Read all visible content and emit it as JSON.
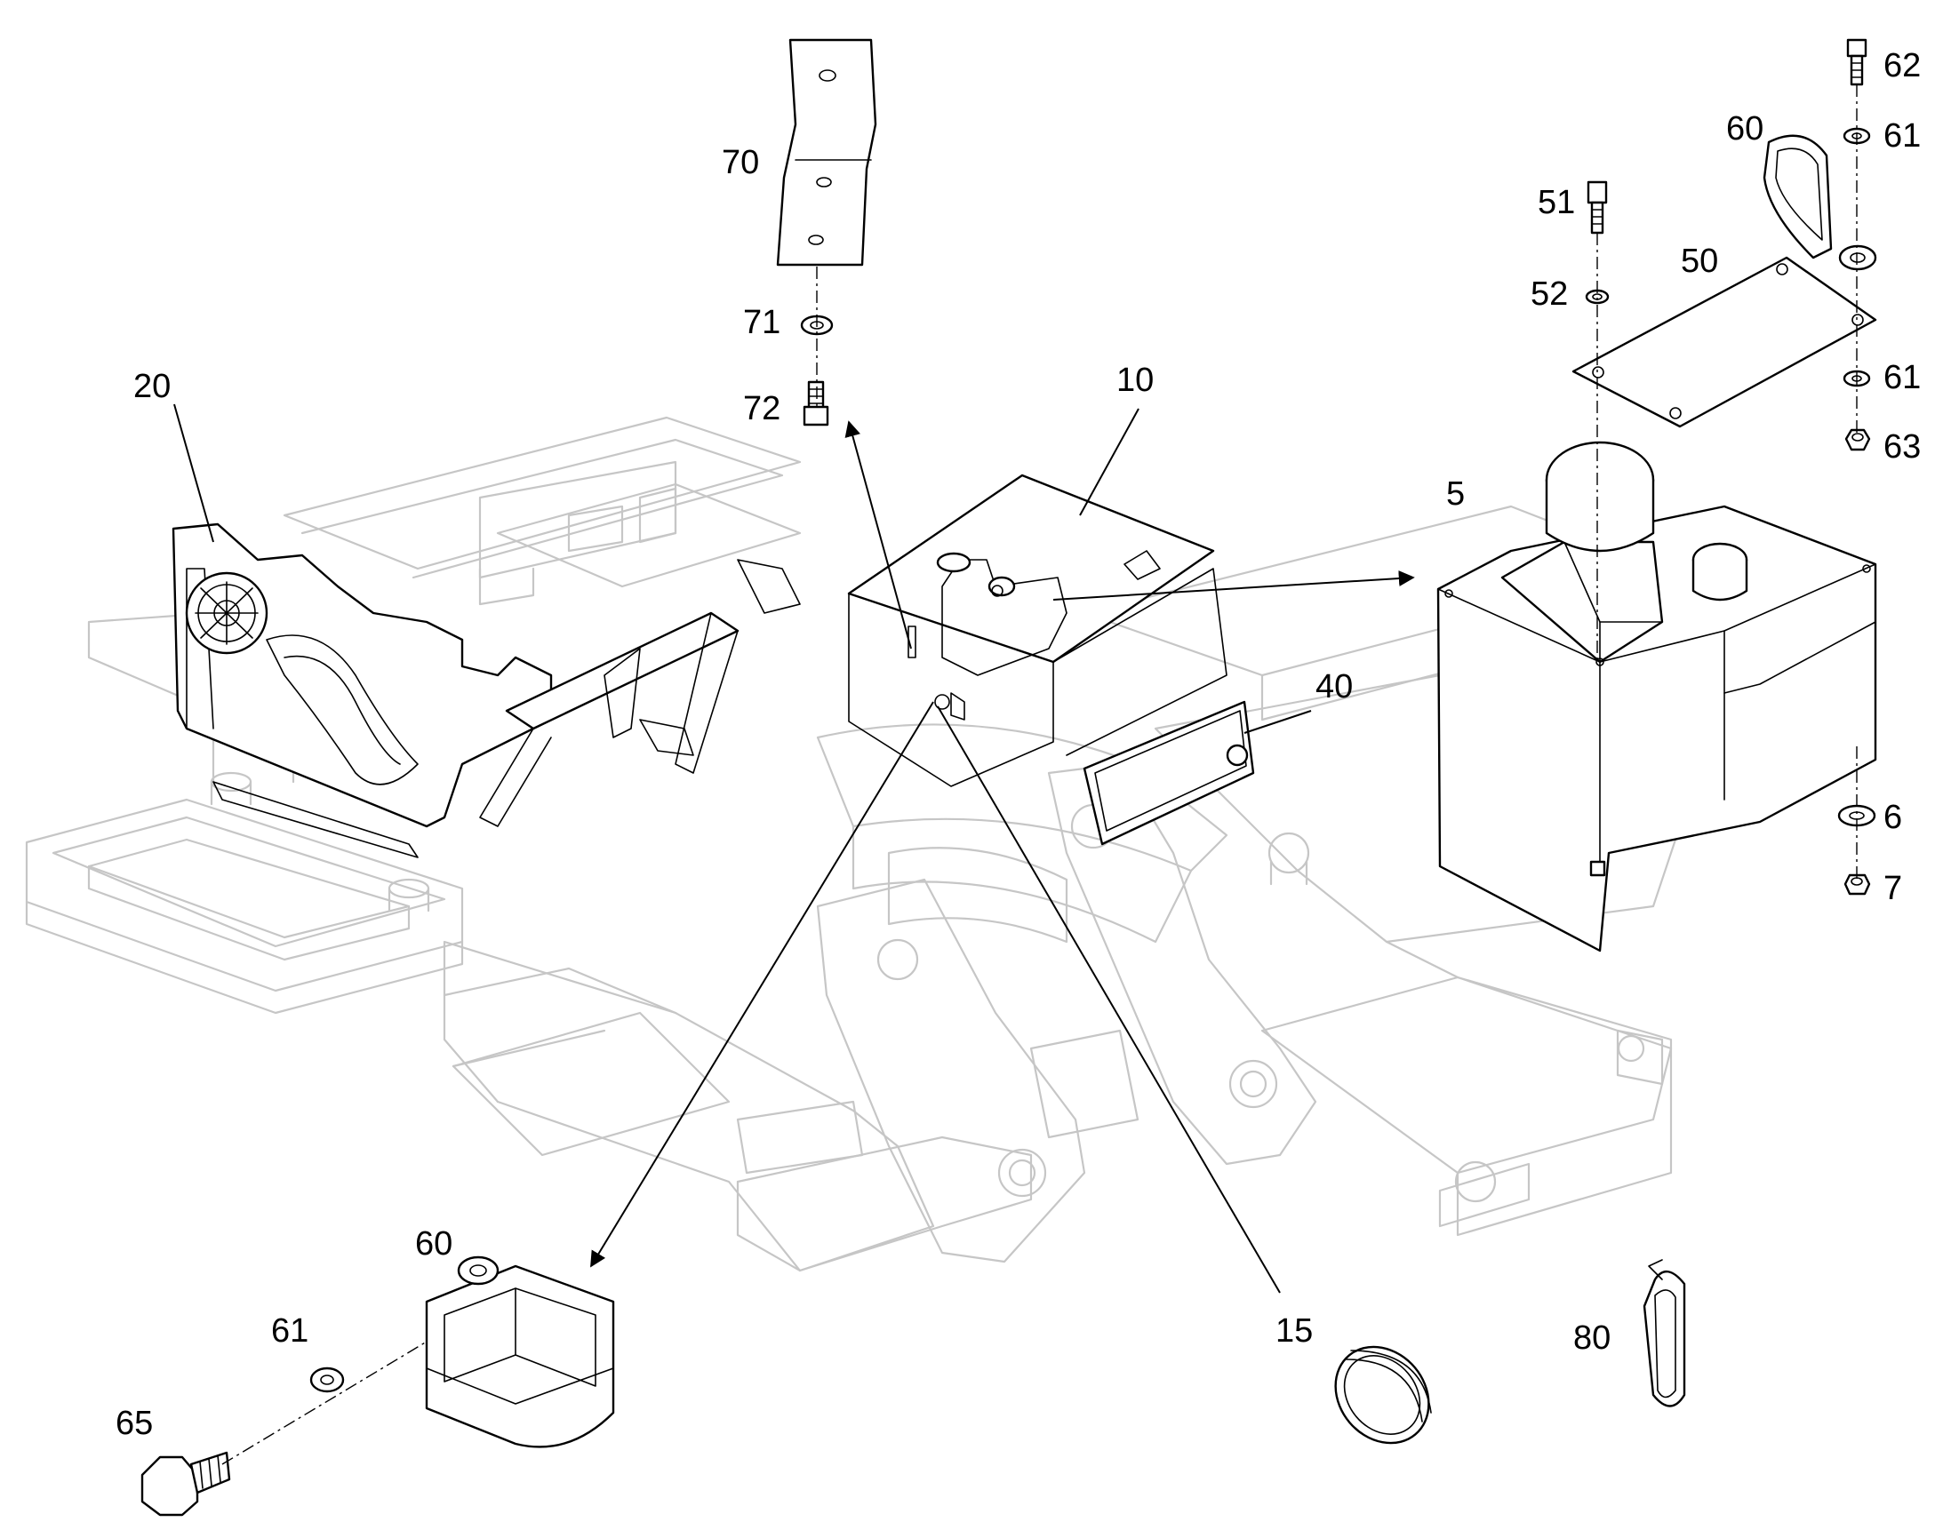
{
  "callouts": {
    "c5": "5",
    "c6": "6",
    "c7": "7",
    "c10": "10",
    "c15": "15",
    "c20": "20",
    "c40": "40",
    "c50": "50",
    "c51": "51",
    "c52": "52",
    "c60_top": "60",
    "c60_bottom": "60",
    "c61_upper": "61",
    "c61_lower": "61",
    "c61_bottom": "61",
    "c62": "62",
    "c63": "63",
    "c65": "65",
    "c70": "70",
    "c71": "71",
    "c72": "72",
    "c80": "80"
  }
}
